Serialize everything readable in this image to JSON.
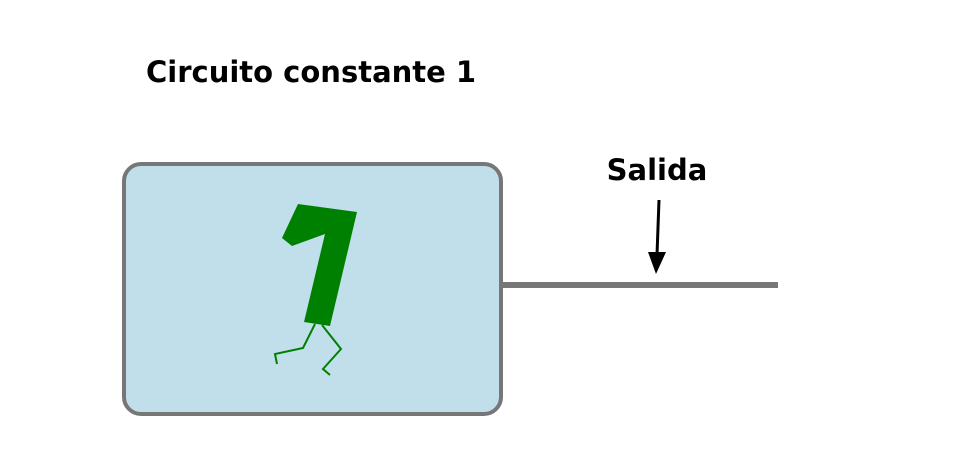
{
  "diagram": {
    "title": "Circuito constante 1",
    "output_label": "Salida",
    "component_symbol": "1",
    "colors": {
      "box_fill": "#c1dfea",
      "box_stroke": "#777777",
      "wire": "#777777",
      "symbol": "#008000",
      "arrow": "#000000",
      "text": "#000000"
    }
  }
}
